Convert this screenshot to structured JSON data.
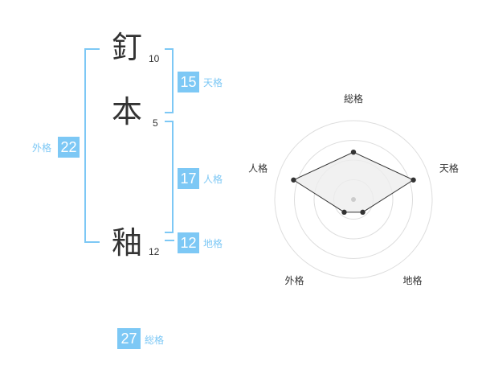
{
  "name_chars": [
    {
      "char": "釘",
      "strokes": "10"
    },
    {
      "char": "本",
      "strokes": "5"
    },
    {
      "char": "釉",
      "strokes": "12"
    }
  ],
  "kaku": {
    "tenkaku": {
      "value": "15",
      "label": "天格"
    },
    "jinkaku": {
      "value": "17",
      "label": "人格"
    },
    "chikaku": {
      "value": "12",
      "label": "地格"
    },
    "gaikaku": {
      "value": "22",
      "label": "外格"
    },
    "soukaku": {
      "value": "27",
      "label": "総格"
    }
  },
  "chart_data": {
    "type": "radar",
    "axes": [
      "総格",
      "天格",
      "地格",
      "外格",
      "人格"
    ],
    "values": [
      3,
      4,
      1,
      1,
      4
    ],
    "max": 5,
    "rings": 4,
    "grid": true,
    "colors": {
      "fill": "#eeeeee",
      "line": "#333333",
      "ring": "#dddddd",
      "center": "#cccccc"
    }
  },
  "colors": {
    "accent": "#7dc8f5",
    "text": "#333333"
  }
}
